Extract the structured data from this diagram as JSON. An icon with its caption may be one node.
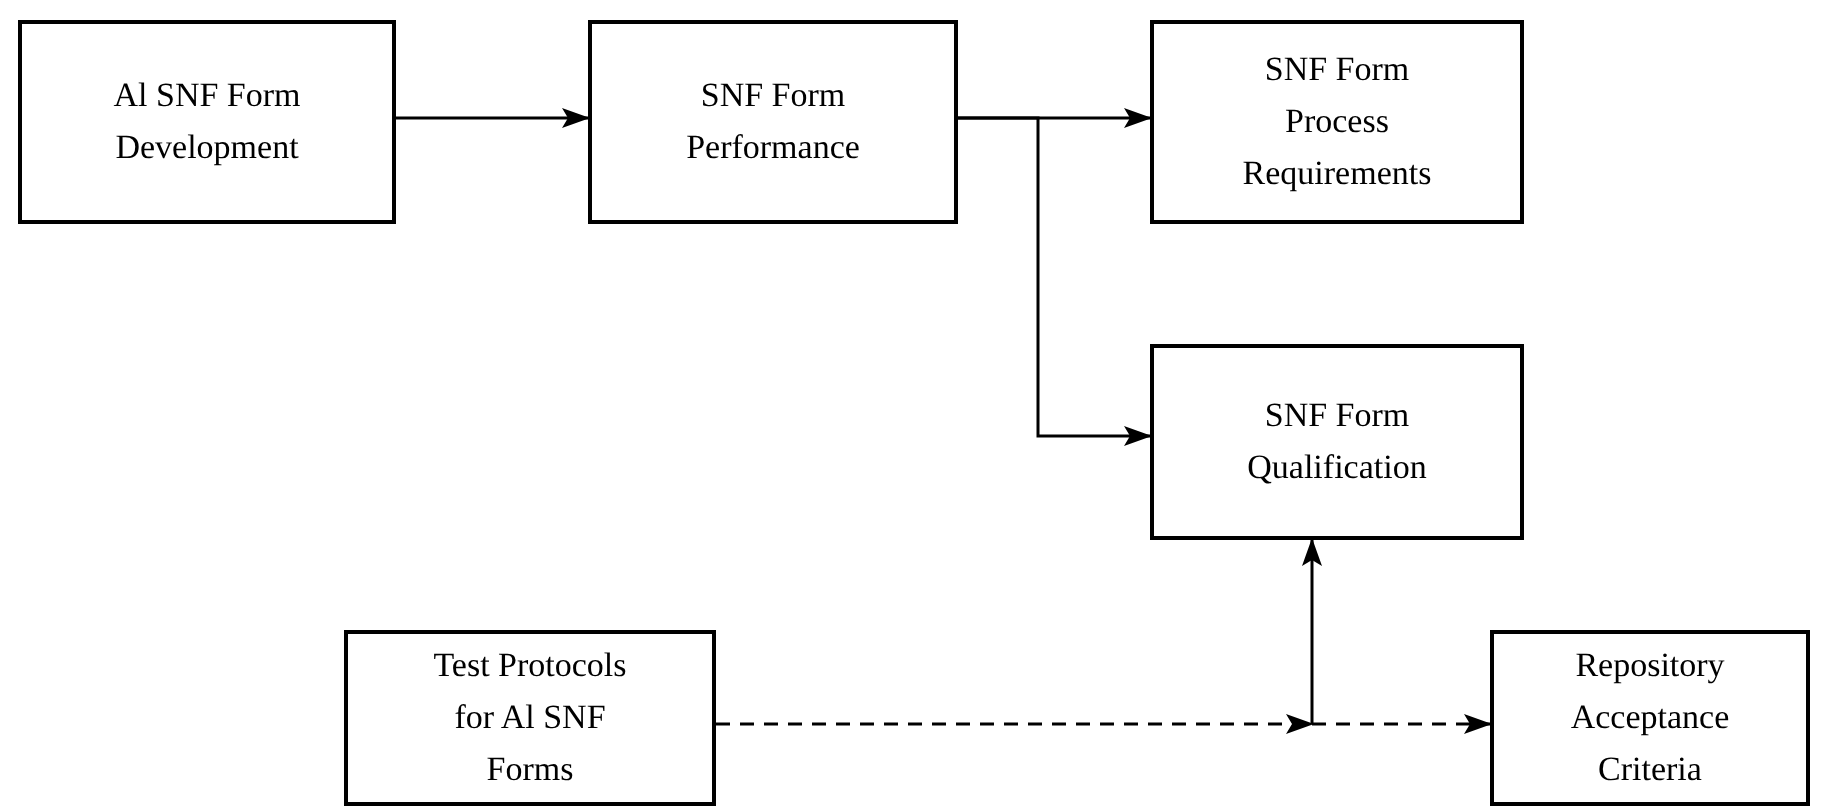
{
  "diagram": {
    "nodes": [
      {
        "text": [
          "Al SNF Form Development"
        ]
      },
      {
        "text": [
          "SNF Form Performance"
        ]
      },
      {
        "text": [
          "SNF Form Process Requirements"
        ]
      },
      {
        "text": [
          "SNF Form Qualification"
        ]
      },
      {
        "text": [
          "Test Protocols for Al SNF Forms"
        ]
      },
      {
        "text": [
          "Repository Acceptance Criteria"
        ]
      }
    ],
    "edges": [
      {
        "from": 0,
        "to": 1,
        "arrow": "to"
      },
      {
        "from": 1,
        "to": 2,
        "arrow": "to"
      },
      {
        "from": 1,
        "to": 3,
        "arrow": "to"
      },
      {
        "from": 4,
        "to": 3,
        "arrow": "to",
        "style": "dashed"
      },
      {
        "from": 4,
        "to": 5,
        "arrow": "to",
        "style": "dashed"
      }
    ]
  }
}
